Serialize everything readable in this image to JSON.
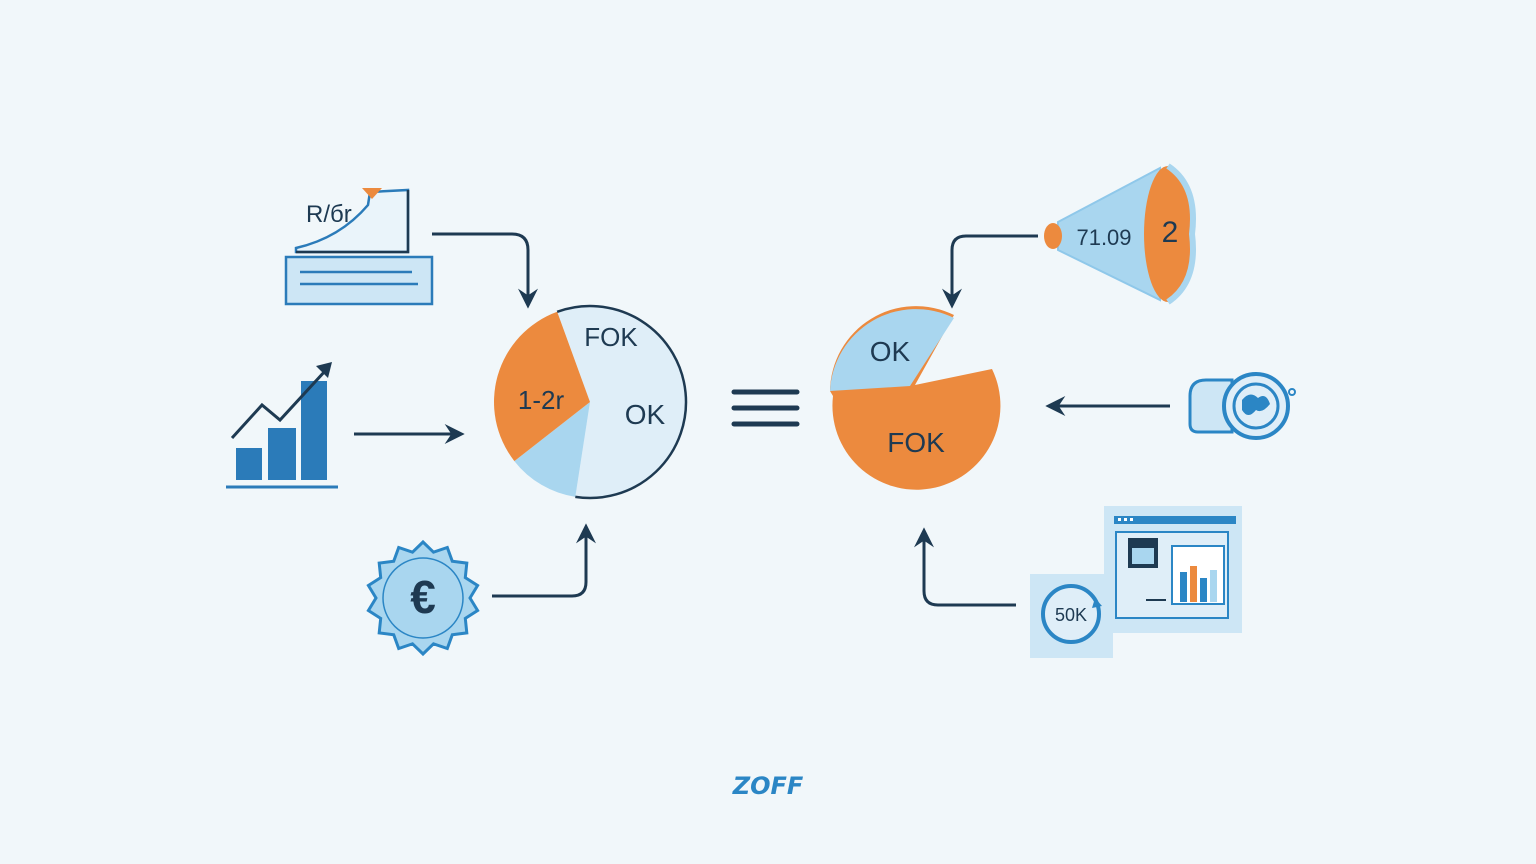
{
  "colors": {
    "background": "#f1f7fa",
    "navy": "#1e3a52",
    "blue": "#2b7bb9",
    "light_blue": "#a9d6ef",
    "pale_blue": "#dfeef8",
    "orange": "#ec8a3e",
    "brand": "#2b86c5"
  },
  "left_pie": {
    "slices": [
      {
        "label": "1-2r",
        "fraction": 0.58,
        "color": "#dfeef8"
      },
      {
        "label": "FOK",
        "fraction": 0.12,
        "color": "#a9d6ef"
      },
      {
        "label": "OK",
        "fraction": 0.3,
        "color": "#ec8a3e"
      }
    ]
  },
  "right_pie": {
    "slices": [
      {
        "label": "OK",
        "color": "#a9d6ef"
      },
      {
        "label": "FOK",
        "color": "#ec8a3e"
      }
    ]
  },
  "equals_icon": "equals-icon",
  "report_card": {
    "label": "R/бr",
    "icon": "report-document-icon"
  },
  "growth_chart": {
    "icon": "growth-bar-chart-icon"
  },
  "euro_badge": {
    "symbol": "€",
    "icon": "euro-badge-icon"
  },
  "megaphone": {
    "value": "71.09",
    "number": "2",
    "icon": "megaphone-icon"
  },
  "globe_device": {
    "icon": "globe-device-icon"
  },
  "dashboard_card": {
    "badge": "50K",
    "icon": "dashboard-window-icon"
  },
  "brand": {
    "text": "ZOFF"
  }
}
